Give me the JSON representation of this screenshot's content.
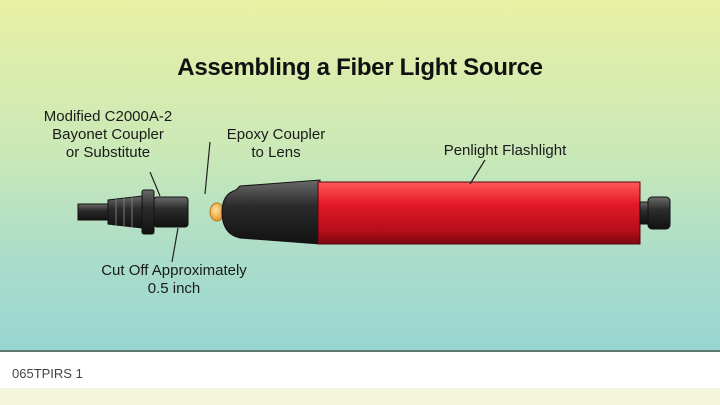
{
  "title": "Assembling a Fiber Light Source",
  "labels": {
    "coupler": [
      "Modified C2000A-2",
      "Bayonet Coupler",
      "or Substitute"
    ],
    "epoxy": [
      "Epoxy Coupler",
      "to Lens"
    ],
    "penlight": [
      "Penlight Flashlight"
    ],
    "cutoff": [
      "Cut Off Approximately",
      "0.5 inch"
    ]
  },
  "footer": {
    "code": "065TPIRS 1"
  },
  "colors": {
    "flashlight_body": "#e0182a",
    "flashlight_cap": "#2a2a2a",
    "coupler": "#333333",
    "lens": "#f2b74a"
  }
}
